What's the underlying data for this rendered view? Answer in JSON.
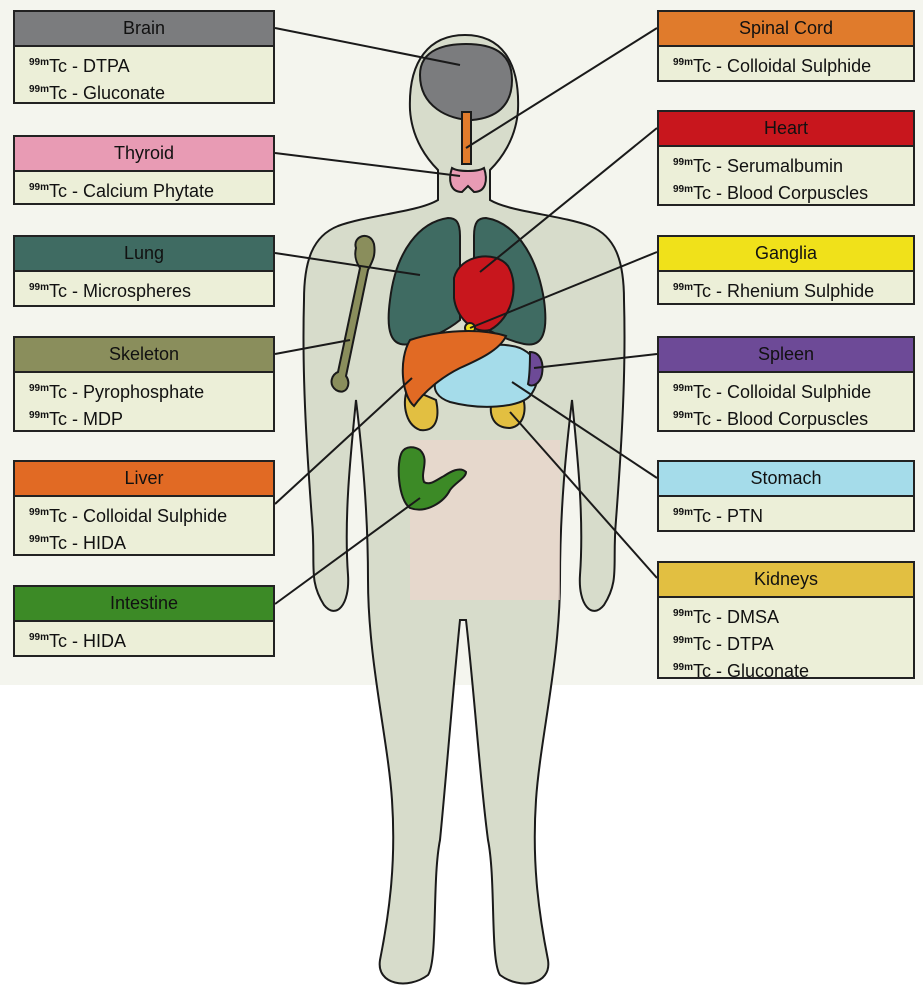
{
  "isotope": {
    "mass": "99m",
    "symbol": "Tc"
  },
  "colors": {
    "body_fill": "#d7dccb",
    "outline": "#1a1a1a",
    "brain": "#7b7c7e",
    "spinal_cord": "#e07b2c",
    "thyroid": "#e89bb4",
    "lung": "#3f6b62",
    "heart": "#c8161d",
    "ganglia": "#f0e11a",
    "skeleton": "#8a8e5c",
    "liver": "#e16a24",
    "spleen": "#6d4a97",
    "stomach": "#a5dcea",
    "kidneys": "#e2bf41",
    "intestine": "#3c8a26",
    "bladder_tint": "#ecd6cc"
  },
  "organs": {
    "brain": {
      "name": "Brain",
      "color": "#7b7c7e",
      "agents": [
        "DTPA",
        "Gluconate"
      ]
    },
    "thyroid": {
      "name": "Thyroid",
      "color": "#e89bb4",
      "agents": [
        "Calcium Phytate"
      ]
    },
    "lung": {
      "name": "Lung",
      "color": "#3f6b62",
      "agents": [
        "Microspheres"
      ]
    },
    "skeleton": {
      "name": "Skeleton",
      "color": "#8a8e5c",
      "agents": [
        "Pyrophosphate",
        "MDP"
      ]
    },
    "liver": {
      "name": "Liver",
      "color": "#e16a24",
      "agents": [
        "Colloidal Sulphide",
        "HIDA"
      ]
    },
    "intestine": {
      "name": "Intestine",
      "color": "#3c8a26",
      "agents": [
        "HIDA"
      ]
    },
    "spinal_cord": {
      "name": "Spinal Cord",
      "color": "#e07b2c",
      "agents": [
        "Colloidal Sulphide"
      ]
    },
    "heart": {
      "name": "Heart",
      "color": "#c8161d",
      "agents": [
        "Serumalbumin",
        "Blood Corpuscles"
      ]
    },
    "ganglia": {
      "name": "Ganglia",
      "color": "#f0e11a",
      "agents": [
        "Rhenium Sulphide"
      ]
    },
    "spleen": {
      "name": "Spleen",
      "color": "#6d4a97",
      "agents": [
        "Colloidal Sulphide",
        "Blood Corpuscles"
      ]
    },
    "stomach": {
      "name": "Stomach",
      "color": "#a5dcea",
      "agents": [
        "PTN"
      ]
    },
    "kidneys": {
      "name": "Kidneys",
      "color": "#e2bf41",
      "agents": [
        "DMSA",
        "DTPA",
        "Gluconate"
      ]
    }
  }
}
